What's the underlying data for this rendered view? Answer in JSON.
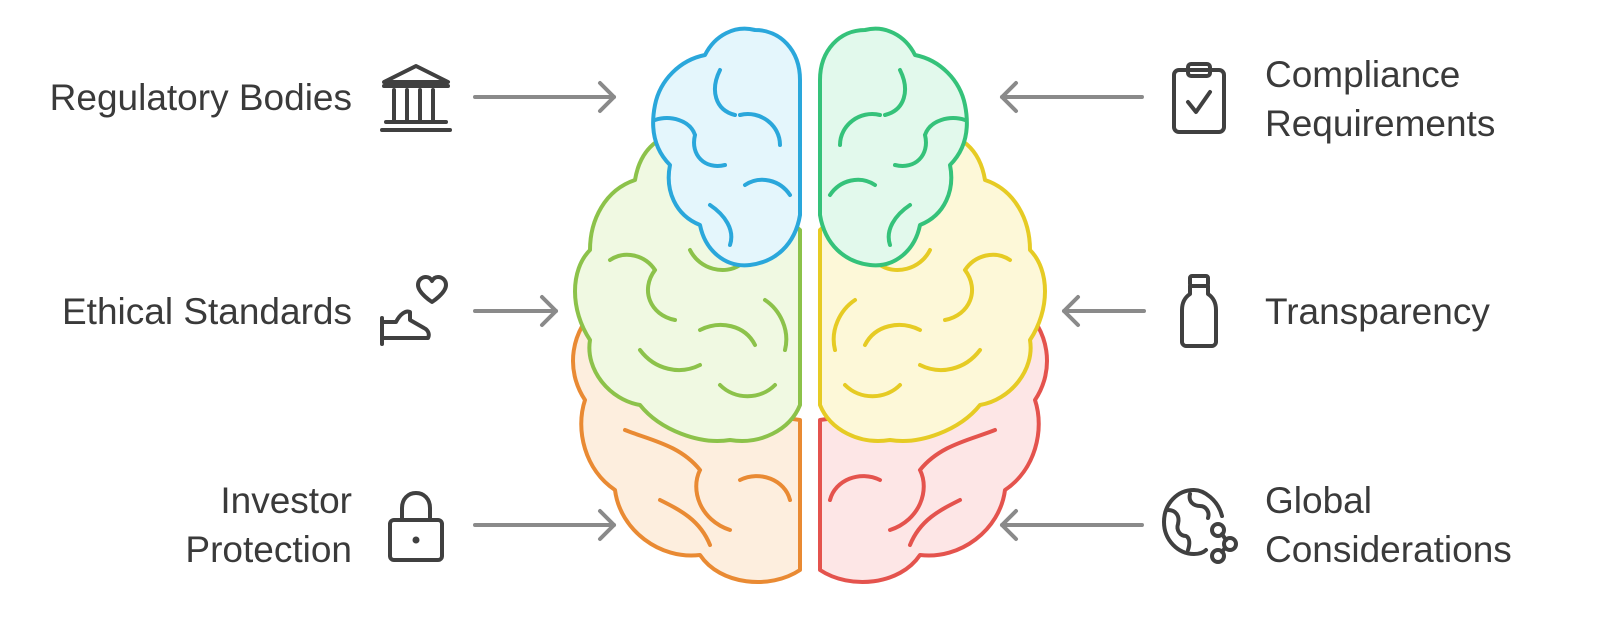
{
  "diagram": {
    "left_items": [
      {
        "lines": [
          "Regulatory Bodies"
        ],
        "icon": "bank-building-icon"
      },
      {
        "lines": [
          "Ethical Standards"
        ],
        "icon": "hand-heart-icon"
      },
      {
        "lines": [
          "Investor",
          "Protection"
        ],
        "icon": "padlock-icon"
      }
    ],
    "right_items": [
      {
        "lines": [
          "Compliance",
          "Requirements"
        ],
        "icon": "clipboard-check-icon"
      },
      {
        "lines": [
          "Transparency"
        ],
        "icon": "bottle-icon"
      },
      {
        "lines": [
          "Global",
          "Considerations"
        ],
        "icon": "globe-share-icon"
      }
    ],
    "colors": {
      "text": "#3a3a3a",
      "arrow": "#8a8a8a",
      "icon": "#404040",
      "blue": "#2aa7db",
      "blue_fill": "#e4f6fc",
      "green": "#35c27a",
      "green_fill": "#e2f9ec",
      "lime": "#8cc24a",
      "lime_fill": "#f0f9e2",
      "yellow": "#e6cb24",
      "yellow_fill": "#fdf8d8",
      "orange": "#e98a33",
      "orange_fill": "#fdeede",
      "red": "#e4534d",
      "red_fill": "#fde6e6"
    }
  }
}
